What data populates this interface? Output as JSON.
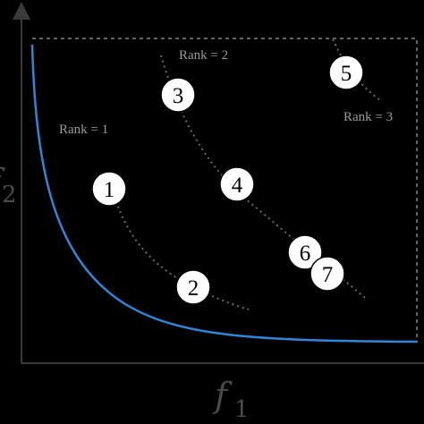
{
  "diagram": {
    "x_axis": {
      "symbol": "f",
      "subscript": "1"
    },
    "y_axis": {
      "symbol": "f",
      "subscript": "2"
    },
    "rank_labels": [
      "Rank = 1",
      "Rank = 2",
      "Rank = 3"
    ],
    "nodes": [
      "1",
      "2",
      "3",
      "4",
      "5",
      "6",
      "7"
    ],
    "colors": {
      "background": "#000000",
      "axis": "#3a3a3a",
      "pareto_front": "#2f86d8",
      "dotted": "#6a6a6a",
      "node_fill": "#ffffff",
      "node_stroke": "#000000"
    }
  }
}
